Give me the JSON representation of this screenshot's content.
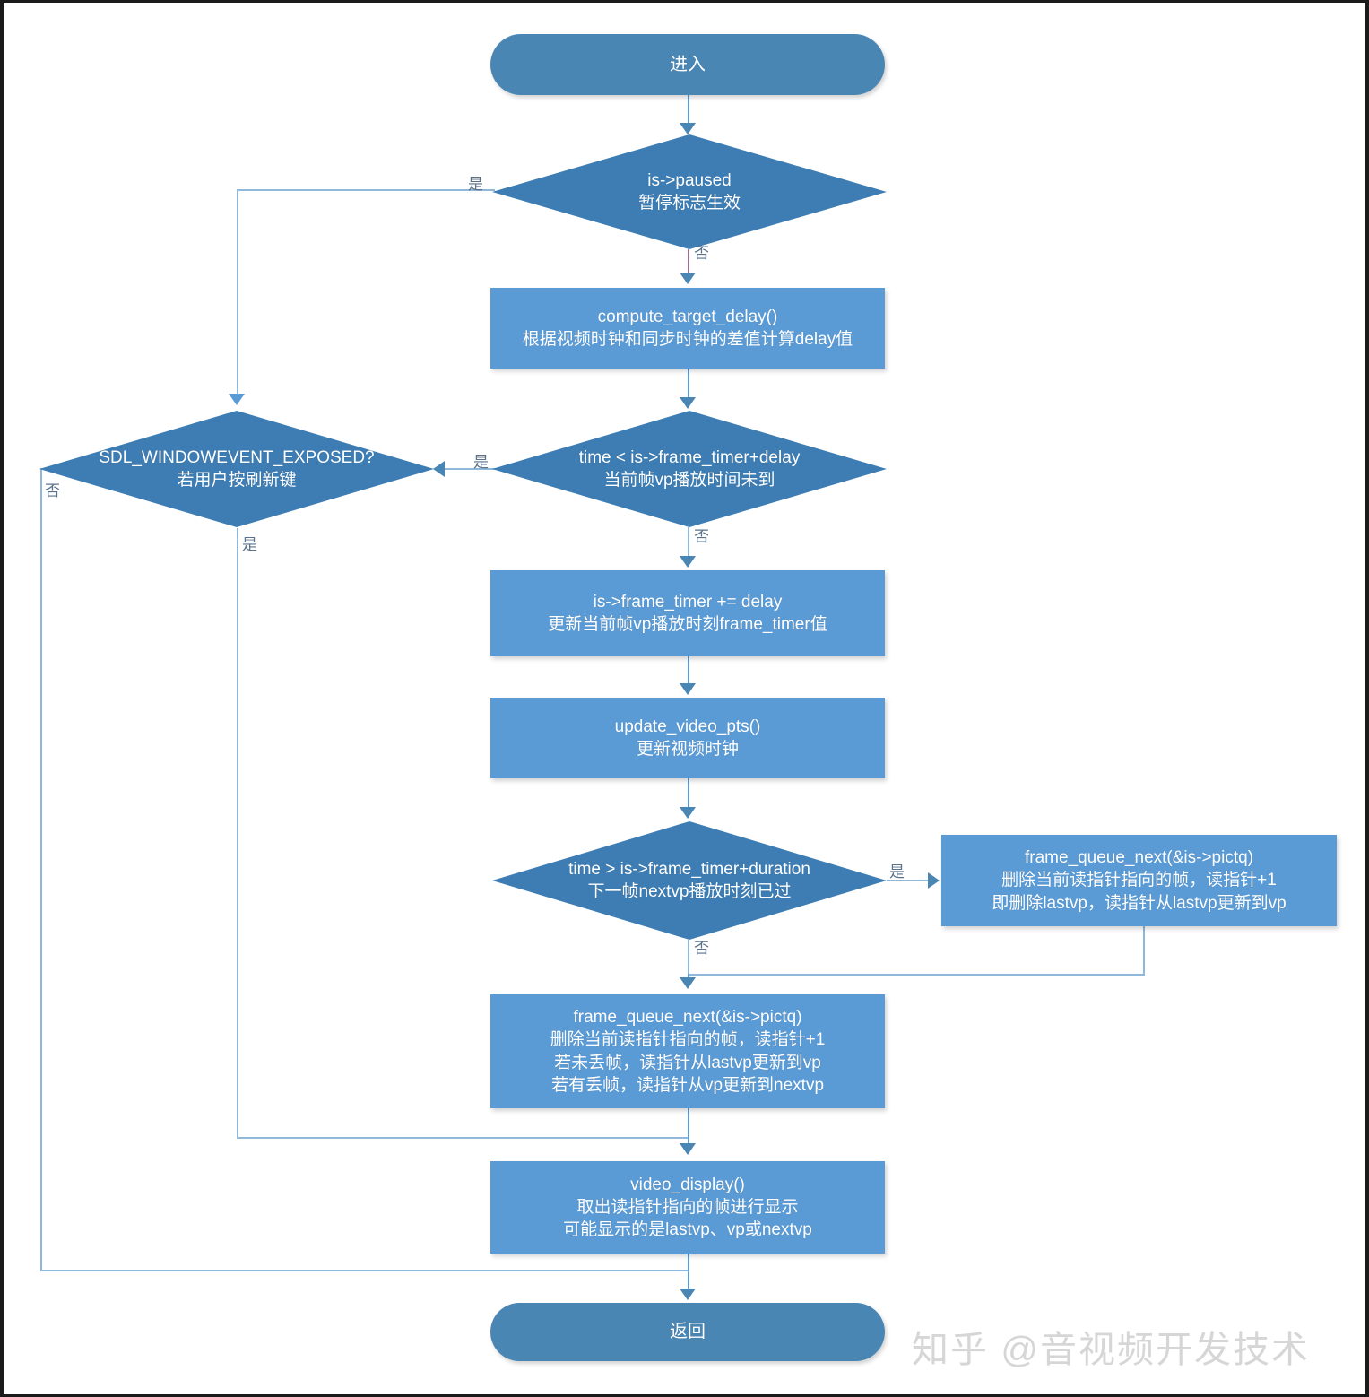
{
  "diagram": {
    "title": "video_refresh flowchart",
    "colors": {
      "terminator_fill": "#4a86b4",
      "process_fill": "#5b9bd5",
      "decision_fill": "#3d7db3",
      "connector": "#5b9bd5",
      "connector_thin": "#8fb8da",
      "label_text": "#5b728a",
      "node_text": "#ffffff",
      "watermark": "#d6d6d6",
      "page_background": "#ffffff",
      "page_border": "#1b1b1b"
    },
    "nodes": {
      "start": {
        "label": "进入"
      },
      "paused_decision": {
        "line1": "is->paused",
        "line2": "暂停标志生效"
      },
      "compute_target_delay": {
        "line1": "compute_target_delay()",
        "line2": "根据视频时钟和同步时钟的差值计算delay值"
      },
      "exposed_decision": {
        "line1": "SDL_WINDOWEVENT_EXPOSED?",
        "line2": "若用户按刷新键"
      },
      "time_lt_decision": {
        "line1": "time < is->frame_timer+delay",
        "line2": "当前帧vp播放时间未到"
      },
      "frame_timer_add": {
        "line1": "is->frame_timer += delay",
        "line2": "更新当前帧vp播放时刻frame_timer值"
      },
      "update_video_pts": {
        "line1": "update_video_pts()",
        "line2": "更新视频时钟"
      },
      "time_gt_decision": {
        "line1": "time > is->frame_timer+duration",
        "line2": "下一帧nextvp播放时刻已过"
      },
      "frame_queue_next_right": {
        "line1": "frame_queue_next(&is->pictq)",
        "line2": "删除当前读指针指向的帧，读指针+1",
        "line3": "即删除lastvp，读指针从lastvp更新到vp"
      },
      "frame_queue_next_main": {
        "line1": "frame_queue_next(&is->pictq)",
        "line2": "删除当前读指针指向的帧，读指针+1",
        "line3": "若未丢帧，读指针从lastvp更新到vp",
        "line4": "若有丢帧，读指针从vp更新到nextvp"
      },
      "video_display": {
        "line1": "video_display()",
        "line2": "取出读指针指向的帧进行显示",
        "line3": "可能显示的是lastvp、vp或nextvp"
      },
      "end": {
        "label": "返回"
      }
    },
    "edge_labels": {
      "paused_yes": "是",
      "paused_no": "否",
      "time_lt_yes": "是",
      "time_lt_no": "否",
      "exposed_no": "否",
      "exposed_yes": "是",
      "time_gt_yes": "是",
      "time_gt_no": "否"
    },
    "watermark": {
      "text": "知乎 @音视频开发技术"
    }
  }
}
